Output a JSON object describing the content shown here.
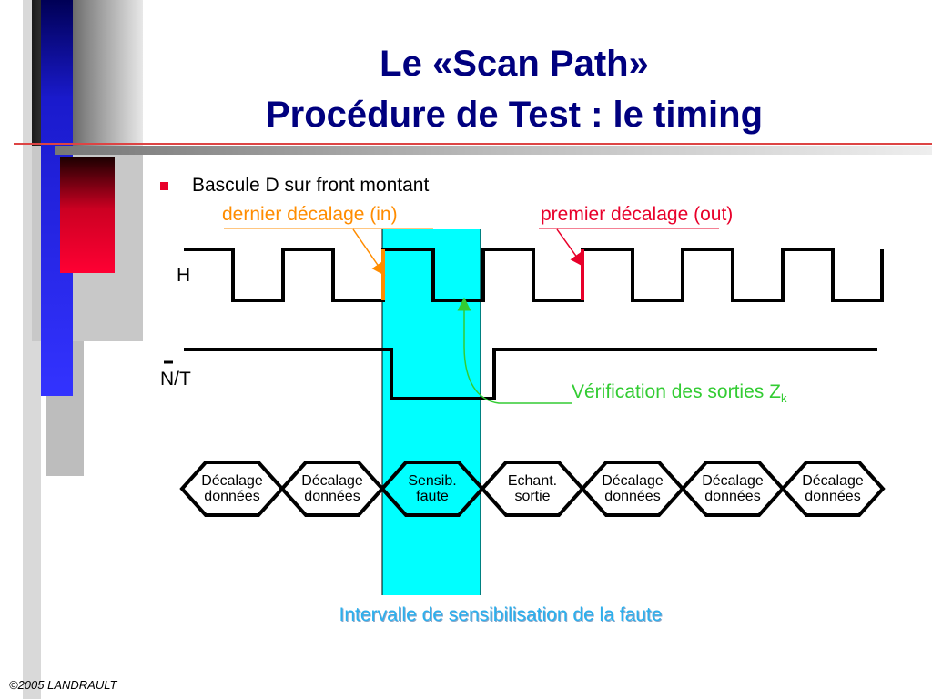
{
  "slide": {
    "title_line1": "Le «Scan Path»",
    "title_line2": "Procédure de Test : le timing",
    "bullet": "Bascule D sur front montant",
    "label_in": "dernier décalage (in)",
    "label_out_main": "premier décalage",
    "label_out_suffix": "(out)",
    "signal_h": "H",
    "signal_nt": "N/T",
    "verification_main": "Vérification des sorties Z",
    "verification_sub": "k",
    "caption": "Intervalle de sensibilisation de la faute",
    "footer": "©2005 LANDRAULT"
  },
  "phases": [
    {
      "line1": "Décalage",
      "line2": "données"
    },
    {
      "line1": "Décalage",
      "line2": "données"
    },
    {
      "line1": "Sensib.",
      "line2": "faute"
    },
    {
      "line1": "Echant.",
      "line2": "sortie"
    },
    {
      "line1": "Décalage",
      "line2": "données"
    },
    {
      "line1": "Décalage",
      "line2": "données"
    },
    {
      "line1": "Décalage",
      "line2": "données"
    }
  ],
  "colors": {
    "title": "#00007f",
    "highlight_band": "#00ffff",
    "orange_label": "#ff8c00",
    "red_label": "#e8002a",
    "green_label": "#33cc33",
    "caption": "#2ab0ee"
  }
}
